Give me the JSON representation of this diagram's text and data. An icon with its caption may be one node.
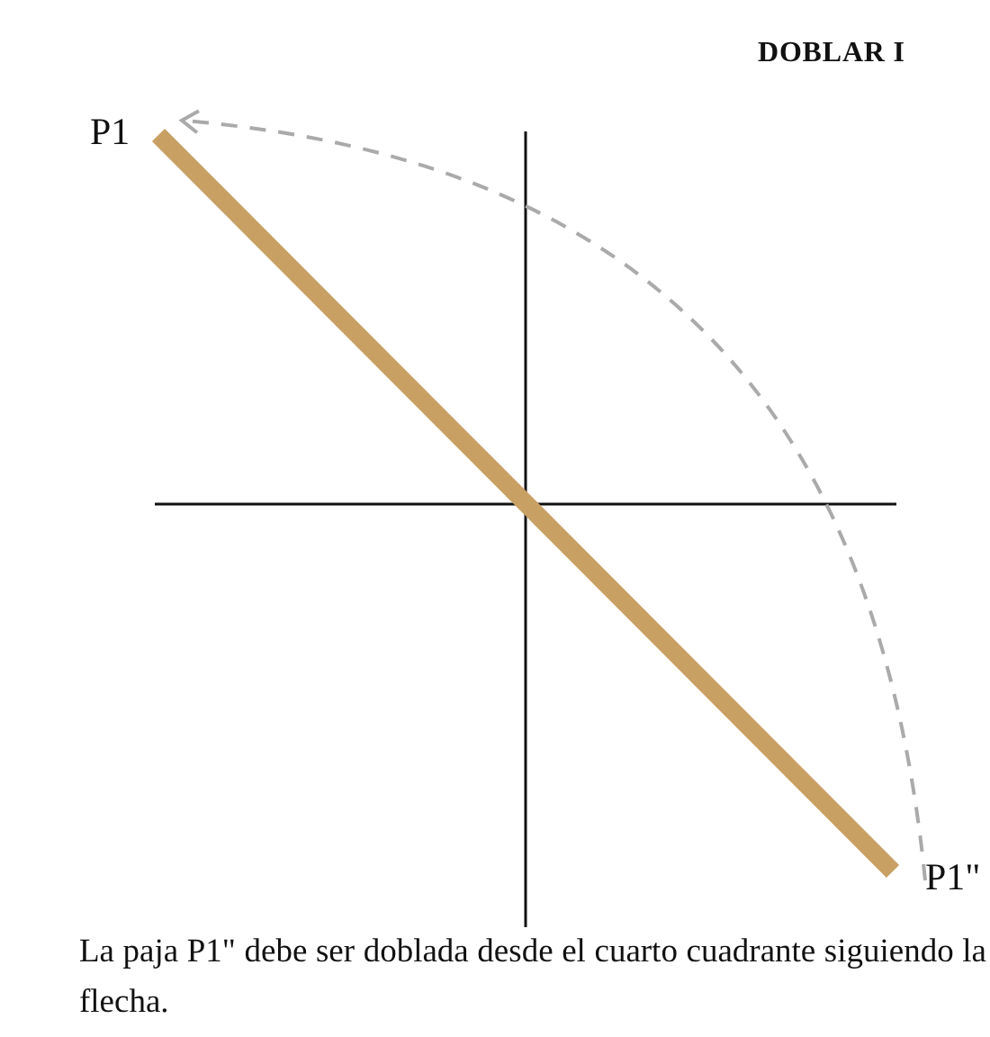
{
  "diagram": {
    "title": "DOBLAR I",
    "nodes": [
      {
        "text": [
          "P1"
        ]
      },
      {
        "text": [
          "P1\""
        ]
      }
    ],
    "edges": [
      {
        "from": 1,
        "to": 0,
        "arrow": "to",
        "style": "dashed",
        "color": "#aaaaaa"
      }
    ],
    "caption": "La paja P1\" debe ser doblada desde el cuarto cuadrante siguiendo la flecha."
  }
}
